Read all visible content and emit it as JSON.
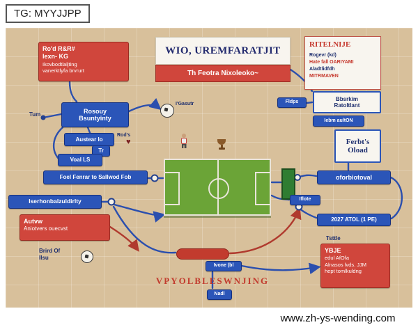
{
  "palette": {
    "board_bg": "#d8c09b",
    "blue_box": "#2b55b8",
    "red_box": "#d0463c",
    "navy_text": "#1d2e6e",
    "red_text": "#c5372c",
    "pitch_green": "#6ba437",
    "goal_green": "#2f7d32",
    "paper": "#f8f5ef"
  },
  "watermarks": {
    "telegram": "TG: MYYJJPP",
    "website": "www.zh-ys-wending.com"
  },
  "header": {
    "title": "WIO, UREMFARATJIT",
    "subtitle": "Th Feotra Nixoleoko~"
  },
  "top_left_red_box": {
    "lines": [
      "Ro'd R&R#",
      "lexn- KG",
      "Ikovbodtlaljting",
      "vanerktlyfa brvrurt"
    ]
  },
  "legend": {
    "title": "RITELNIJE",
    "lines": [
      "Rogevr (kd)",
      "Hate fall OARIYAMI",
      "Aladtlidfdh",
      "MITRMAVEN"
    ]
  },
  "left_column": {
    "tum_label": "Tum",
    "rosouy_box": {
      "line1": "Rosouy",
      "line2": "Bsuntyinty"
    },
    "austear_box": "Austear lo",
    "rodts_label": "Rod's",
    "tr_box": "Tr",
    "voal_box": "Voal LS",
    "foel_box": "Foel Fenrar to Sallwod Fob",
    "iserhon_box": "Iserhonbalzuldirlty",
    "red_box": {
      "line1": "Autvw",
      "line2": "Aniotvers ouecvst"
    },
    "brird_label": {
      "line1": "Brird Of",
      "line2": "Ilsu"
    }
  },
  "center": {
    "gasutr_label": "I'Gasutr",
    "ivone_box": "Ivone (bl",
    "nadl_box": "Nadl",
    "red_caption": "VPYOLBLESWNJING"
  },
  "right_column": {
    "fldps_box": "Fldps",
    "bbsrkim_box": {
      "line1": "Bbsrkim",
      "line2": "Ratoltlant"
    },
    "iebm_box": "Iebm aultON",
    "ferbts_box": {
      "line1": "Ferbt's",
      "line2": "Oload"
    },
    "oforbio_box": "oforbiotoval",
    "iflote_box": "Iflote",
    "atol_box": "2027 ATOL (1 PE)",
    "tsttle_label": "Tsttle",
    "red_box": {
      "lines": [
        "YBJE",
        "edul AfOfa",
        "Alnasos lvds. JJM",
        "hept tomlkuldng"
      ]
    }
  },
  "icons": {
    "heart": "♥"
  }
}
